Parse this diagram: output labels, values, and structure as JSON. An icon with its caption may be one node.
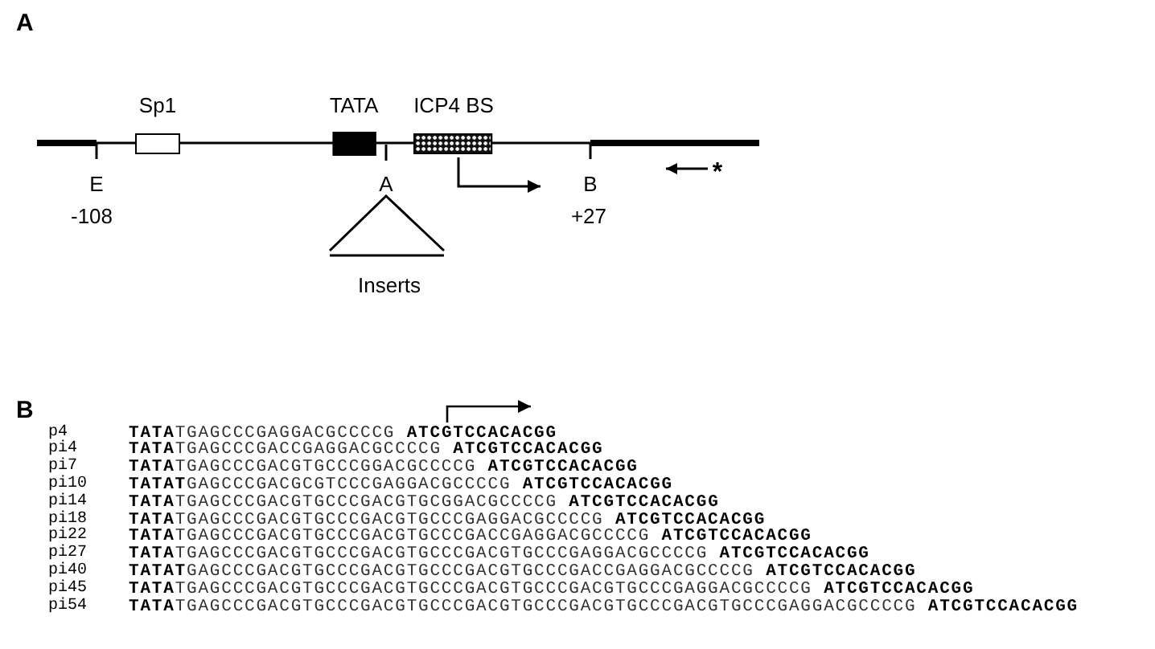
{
  "diagram": {
    "nodes": [
      {
        "text": [
          "Sp1"
        ]
      },
      {
        "text": [
          "TATA"
        ]
      },
      {
        "text": [
          "ICP4 BS"
        ]
      }
    ],
    "labels": [
      "A",
      "E",
      "-108",
      "A",
      "B",
      "+27",
      "*",
      "Inserts",
      "B",
      "p4",
      "**TATA**TGAGCCCGAGGACGCCCCG **ATCGTCCACACGG**",
      "pi4",
      "**TATA**TGAGCCCGACCGAGGACGCCCCG **ATCGTCCACACGG**",
      "pi7",
      "**TATA**TGAGCCCGACGTGCCCGGACGCCCCG **ATCGTCCACACGG**",
      "pi10",
      "**TATAT**GAGCCCGACGCGTCCCGAGGACGCCCCG **ATCGTCCACACGG**",
      "pi14",
      "**TATA**TGAGCCCGACGTGCCCGACGTGCGGACGCCCCG **ATCGTCCACACGG**",
      "pi18",
      "**TATA**TGAGCCCGACGTGCCCGACGTGCCCGAGGACGCCCCG **ATCGTCCACACGG**",
      "pi22",
      "**TATA**TGAGCCCGACGTGCCCGACGTGCCCGACCGAGGACGCCCCG **ATCGTCCACACGG**",
      "pi27",
      "**TATA**TGAGCCCGACGTGCCCGACGTGCCCGACGTGCCCGAGGACGCCCCG **ATCGTCCACACGG**",
      "pi40",
      "**TATAT**GAGCCCGACGTGCCCGACGTGCCCGACGTGCCCGACCGAGGACGCCCCG **ATCGTCCACACGG**",
      "pi45",
      "**TATA**TGAGCCCGACGTGCCCGACGTGCCCGACGTGCCCGACGTGCCCGAGGACGCCCCG **ATCGTCCACACGG**",
      "pi54",
      "**TATA**TGAGCCCGACGTGCCCGACGTGCCCGACGTGCCCGACGTGCCCGACGTGCCCGAGGACGCCCCG **ATCGTCCACACGG**"
    ]
  }
}
